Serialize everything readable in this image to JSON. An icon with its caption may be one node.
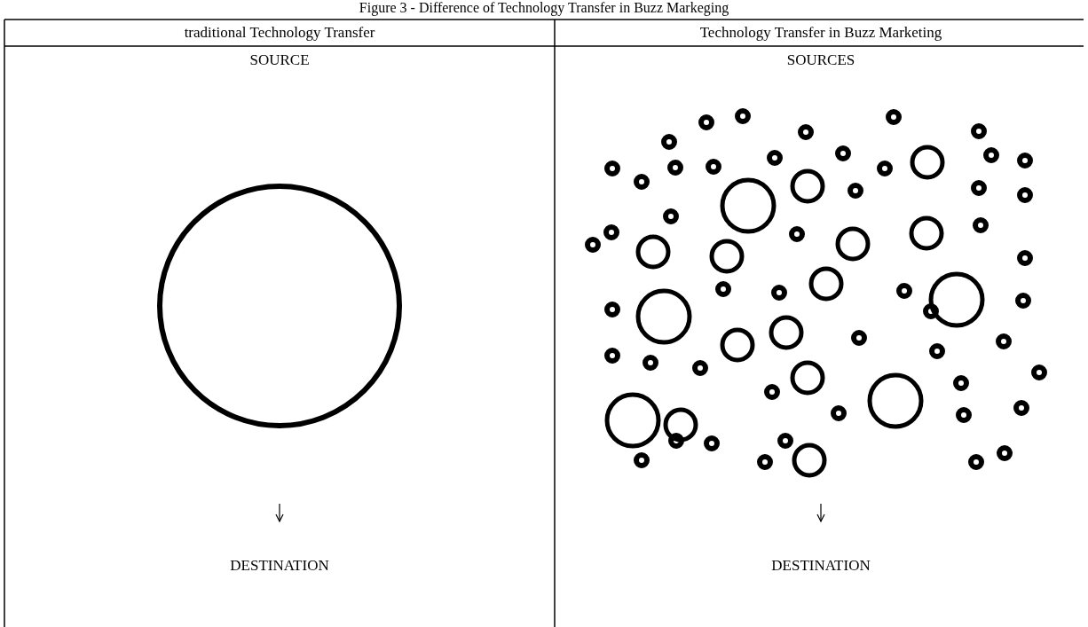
{
  "diagram": {
    "title": "Figure 3 - Difference of Technology Transfer in Buzz Markeging",
    "labels": [
      "traditional Technology Transfer",
      "Technology Transfer in Buzz Marketing",
      "SOURCE",
      "SOURCES",
      "DESTINATION",
      "DESTINATION"
    ]
  }
}
